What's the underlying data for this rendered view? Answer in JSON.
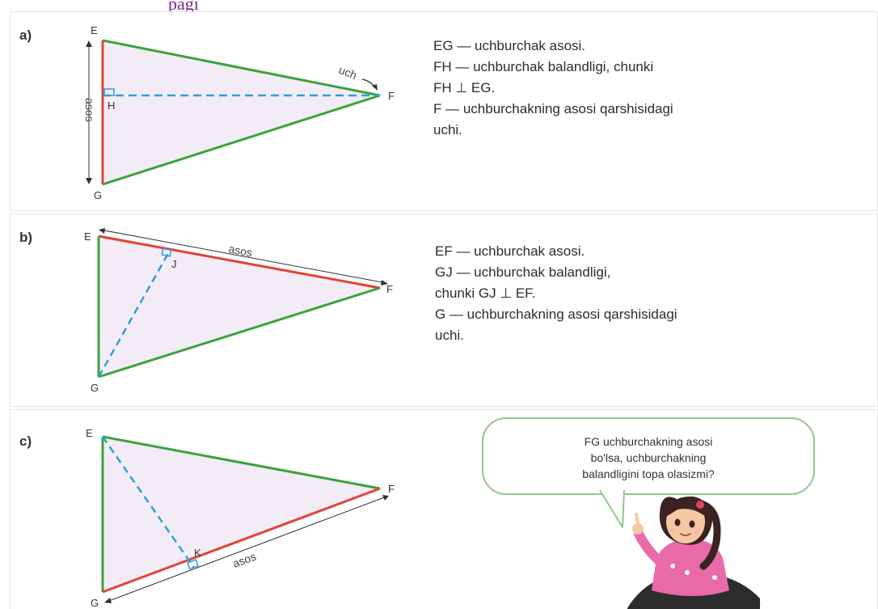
{
  "header": {
    "link_fragment": "pagi"
  },
  "parts": {
    "a": {
      "label": "a)",
      "points": {
        "E": "E",
        "F": "F",
        "G": "G",
        "H": "H"
      },
      "base_label": "asos",
      "vertex_label": "uch",
      "lines": [
        "EG — uchburchak asosi.",
        "FH — uchburchak balandligi, chunki",
        "FH ⊥ EG.",
        "F — uchburchakning asosi qarshisidagi",
        "uchi."
      ]
    },
    "b": {
      "label": "b)",
      "points": {
        "E": "E",
        "F": "F",
        "G": "G",
        "J": "J"
      },
      "base_label": "asos",
      "lines": [
        "EF — uchburchak asosi.",
        "GJ — uchburchak balandligi,",
        "chunki GJ ⊥ EF.",
        "G — uchburchakning asosi qarshisidagi",
        "uchi."
      ]
    },
    "c": {
      "label": "c)",
      "points": {
        "E": "E",
        "F": "F",
        "G": "G",
        "K": "K"
      },
      "base_label": "asos",
      "bubble_lines": [
        "FG uchburchakning asosi",
        "bo'lsa, uchburchakning",
        "balandligini topa olasizmi?"
      ]
    }
  },
  "colors": {
    "base": "#e0443a",
    "side": "#3aa33a",
    "height": "#2b9fd9",
    "fill": "#f3ecf7",
    "bubble_border": "#8fc78c",
    "link": "#7b2a8e"
  }
}
